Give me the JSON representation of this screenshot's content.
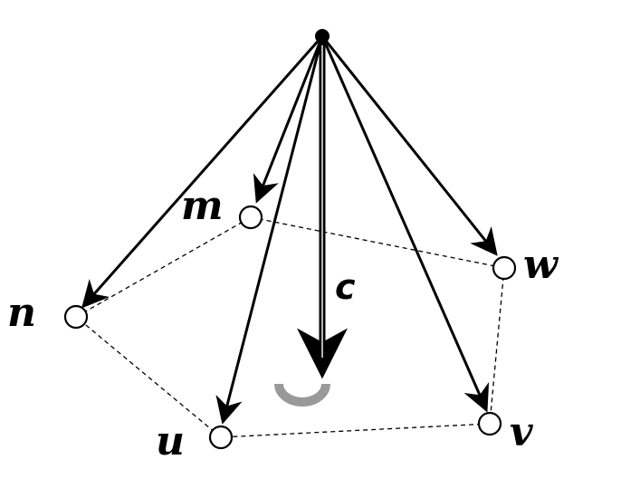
{
  "diagram": {
    "source_label": "",
    "center_label": "c",
    "nodes": [
      {
        "id": "m",
        "label": "m"
      },
      {
        "id": "w",
        "label": "w"
      },
      {
        "id": "n",
        "label": "n"
      },
      {
        "id": "u",
        "label": "u"
      },
      {
        "id": "v",
        "label": "v"
      }
    ],
    "colors": {
      "stroke": "#000000",
      "hook": "#999999",
      "node_fill": "#ffffff"
    }
  }
}
